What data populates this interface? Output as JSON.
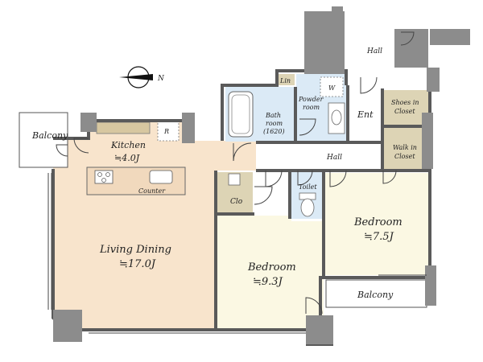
{
  "compass": {
    "label": "N"
  },
  "rooms": {
    "balcony_left": {
      "name": "Balcony"
    },
    "kitchen": {
      "name": "Kitchen",
      "size": "≒4.0J"
    },
    "fridge": {
      "name": "R"
    },
    "counter": {
      "name": "Counter"
    },
    "living": {
      "name": "Living Dining",
      "size": "≒17.0J"
    },
    "bath": {
      "name1": "Bath",
      "name2": "room",
      "name3": "(1620)"
    },
    "linen": {
      "name": "Lin"
    },
    "powder": {
      "name1": "Powder",
      "name2": "room"
    },
    "washer": {
      "name": "W"
    },
    "entrance": {
      "name": "Ent"
    },
    "shoes": {
      "name1": "Shoes in",
      "name2": "Closet"
    },
    "walkin": {
      "name1": "Walk in",
      "name2": "Closet"
    },
    "hall_top": {
      "name": "Hall"
    },
    "hall_mid": {
      "name": "Hall"
    },
    "closet": {
      "name": "Clo"
    },
    "toilet": {
      "name": "Toilet"
    },
    "bedroom_center": {
      "name": "Bedroom",
      "size": "≒9.3J"
    },
    "bedroom_right": {
      "name": "Bedroom",
      "size": "≒7.5J"
    },
    "balcony_right": {
      "name": "Balcony"
    }
  },
  "colors": {
    "living_floor": "#f8e4cc",
    "bedroom_floor": "#fbf8e3",
    "closet_floor": "#ddd4b5",
    "wet_floor": "#dbeaf6",
    "wall": "#8c8c8c"
  }
}
